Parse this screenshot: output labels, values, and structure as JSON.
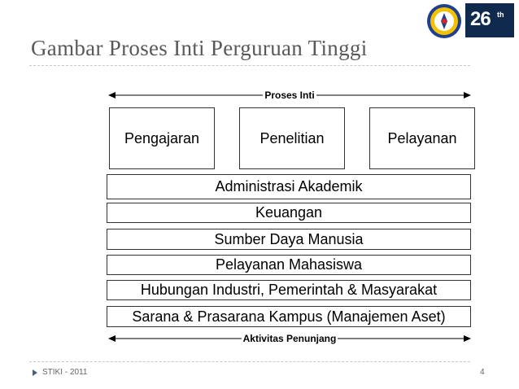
{
  "slide": {
    "title": "Gambar Proses Inti Perguruan Tinggi",
    "footer_left": "STIKI - 2011",
    "page_number": "4"
  },
  "logos": {
    "seal_icon": "university-seal-icon",
    "anniversary_number": "26",
    "anniversary_suffix": "th"
  },
  "diagram": {
    "top_arrow_label": "Proses Inti",
    "bottom_arrow_label": "Aktivitas Penunjang",
    "core_processes": [
      "Pengajaran",
      "Penelitian",
      "Pelayanan"
    ],
    "support_activities": [
      "Administrasi Akademik",
      "Keuangan",
      "Sumber Daya Manusia",
      "Pelayanan Mahasiswa",
      "Hubungan Industri, Pemerintah & Masyarakat",
      "Sarana & Prasarana Kampus (Manajemen Aset)"
    ]
  },
  "colors": {
    "title": "#595959",
    "logo_bg": "#0f2a4d",
    "seal_blue": "#1f3f8f",
    "seal_yellow": "#f2c200"
  }
}
